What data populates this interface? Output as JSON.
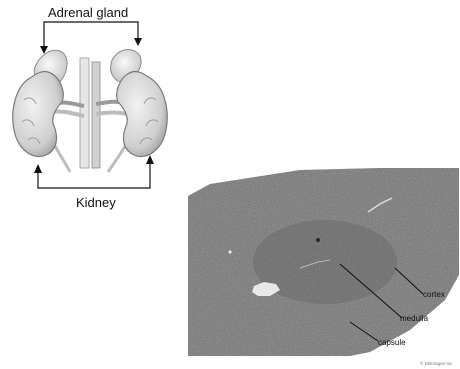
{
  "diagram": {
    "adrenal_label": "Adrenal gland",
    "kidney_label": "Kidney",
    "micrograph": {
      "labels": {
        "cortex": "cortex",
        "medulla": "medulla",
        "capsule": "capsule"
      },
      "credit": "© Delmagen Inc"
    }
  },
  "colors": {
    "line": "#111111",
    "organ_fill": "#d9d9d9",
    "organ_shade": "#a8a8a8",
    "tissue": "#6f6f6f"
  }
}
